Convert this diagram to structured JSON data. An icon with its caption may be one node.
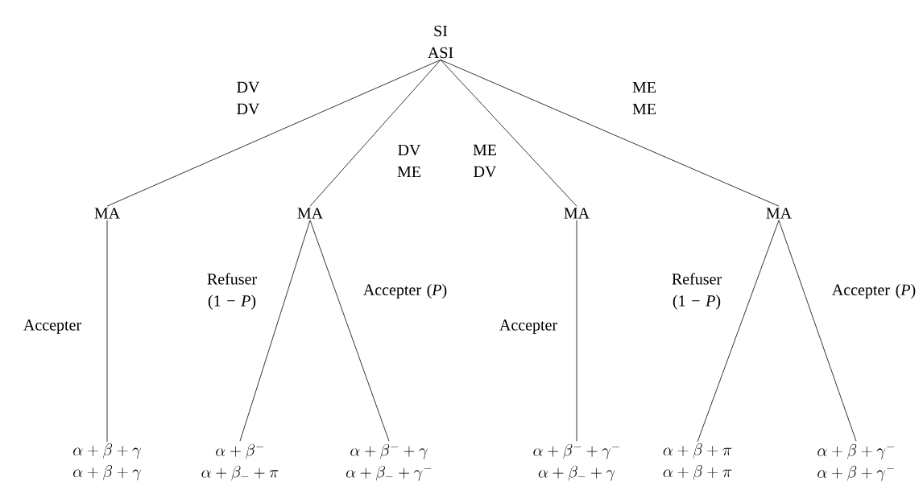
{
  "diagram": {
    "nodes": [
      {
        "text": [
          "SI",
          "ASI"
        ]
      },
      {
        "text": [
          "MA"
        ]
      },
      {
        "text": [
          "MA"
        ]
      },
      {
        "text": [
          "MA"
        ]
      },
      {
        "text": [
          "MA"
        ]
      },
      {
        "text": [
          "\\alpha+\\beta+\\gamma",
          "\\alpha+\\beta+\\gamma"
        ]
      },
      {
        "text": [
          "\\alpha+\\beta^{-}",
          "\\alpha+\\beta_{-}+\\pi"
        ]
      },
      {
        "text": [
          "\\alpha+\\beta^{-}+\\gamma",
          "\\alpha+\\beta_{-}+\\gamma^{-}"
        ]
      },
      {
        "text": [
          "\\alpha+\\beta^{-}+\\gamma^{-}",
          "\\alpha+\\beta_{-}+\\gamma"
        ]
      },
      {
        "text": [
          "\\alpha+\\beta+\\pi",
          "\\alpha+\\beta+\\pi"
        ]
      },
      {
        "text": [
          "\\alpha+\\beta+\\gamma^{-}",
          "\\alpha+\\beta+\\gamma^{-}"
        ]
      }
    ],
    "edges": [
      {
        "from": 0,
        "to": 1,
        "arrow": "none",
        "label": "DV DV"
      },
      {
        "from": 0,
        "to": 2,
        "arrow": "none",
        "label": "DV ME"
      },
      {
        "from": 0,
        "to": 3,
        "arrow": "none",
        "label": "ME DV"
      },
      {
        "from": 0,
        "to": 4,
        "arrow": "none",
        "label": "ME ME"
      },
      {
        "from": 1,
        "to": 5,
        "arrow": "none",
        "label": "Accepter"
      },
      {
        "from": 2,
        "to": 6,
        "arrow": "none",
        "label": "Refuser (1 − *P*)"
      },
      {
        "from": 2,
        "to": 7,
        "arrow": "none",
        "label": "Accepter (*P*)"
      },
      {
        "from": 3,
        "to": 8,
        "arrow": "none",
        "label": "Accepter"
      },
      {
        "from": 4,
        "to": 9,
        "arrow": "none",
        "label": "Refuser (1 − *P*)"
      },
      {
        "from": 4,
        "to": 10,
        "arrow": "none",
        "label": "Accepter (*P*)"
      }
    ]
  }
}
